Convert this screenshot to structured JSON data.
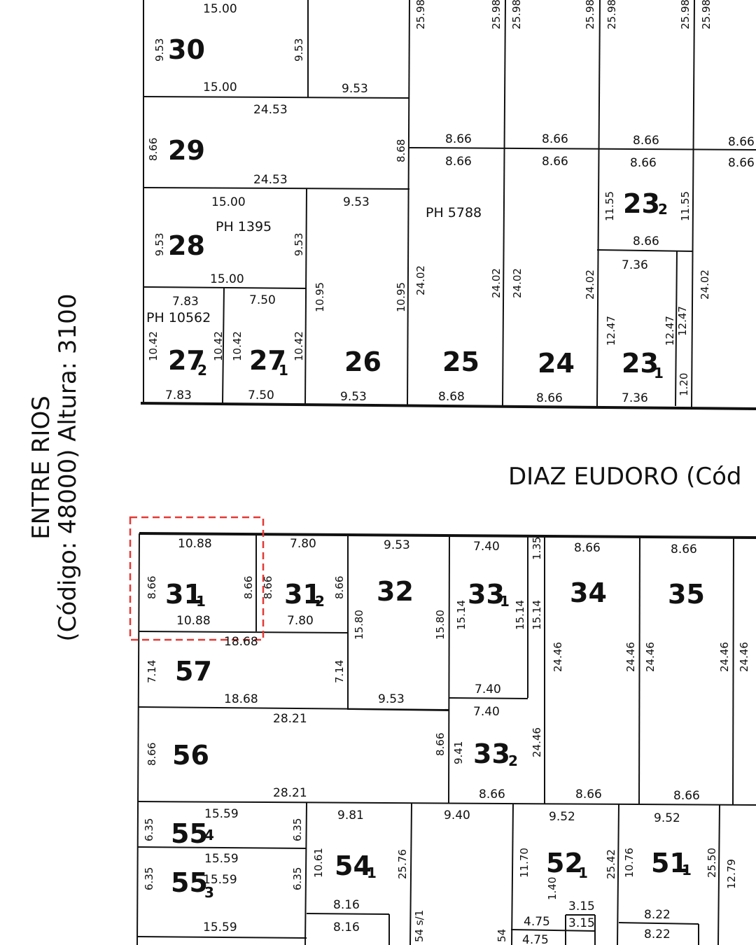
{
  "streets": {
    "vertical": {
      "line1": "ENTRE RIOS",
      "line2": "(Código: 48000) Altura: 3100"
    },
    "horizontal": "DIAZ EUDORO (Cód"
  },
  "lots": [
    {
      "id": "lot-30",
      "num": "30",
      "sub": ""
    },
    {
      "id": "lot-29",
      "num": "29",
      "sub": ""
    },
    {
      "id": "lot-28",
      "num": "28",
      "sub": ""
    },
    {
      "id": "lot-27-2",
      "num": "27",
      "sub": "2"
    },
    {
      "id": "lot-27-1",
      "num": "27",
      "sub": "1"
    },
    {
      "id": "lot-26",
      "num": "26",
      "sub": ""
    },
    {
      "id": "lot-25",
      "num": "25",
      "sub": ""
    },
    {
      "id": "lot-24",
      "num": "24",
      "sub": ""
    },
    {
      "id": "lot-23-2",
      "num": "23",
      "sub": "2"
    },
    {
      "id": "lot-23-1",
      "num": "23",
      "sub": "1"
    },
    {
      "id": "lot-31-1",
      "num": "31",
      "sub": "1"
    },
    {
      "id": "lot-31-2",
      "num": "31",
      "sub": "2"
    },
    {
      "id": "lot-32",
      "num": "32",
      "sub": ""
    },
    {
      "id": "lot-33-1",
      "num": "33",
      "sub": "1"
    },
    {
      "id": "lot-34",
      "num": "34",
      "sub": ""
    },
    {
      "id": "lot-35",
      "num": "35",
      "sub": ""
    },
    {
      "id": "lot-57",
      "num": "57",
      "sub": ""
    },
    {
      "id": "lot-56",
      "num": "56",
      "sub": ""
    },
    {
      "id": "lot-33-2",
      "num": "33",
      "sub": "2"
    },
    {
      "id": "lot-55-4",
      "num": "55",
      "sub": "4"
    },
    {
      "id": "lot-55-3",
      "num": "55",
      "sub": "3"
    },
    {
      "id": "lot-54-1",
      "num": "54",
      "sub": "1"
    },
    {
      "id": "lot-52-1",
      "num": "52",
      "sub": "1"
    },
    {
      "id": "lot-51-1",
      "num": "51",
      "sub": "1"
    }
  ],
  "ph_labels": [
    "PH 1395",
    "PH 5788",
    "PH 10562"
  ],
  "dims_h": [
    "15.00",
    "15.00",
    "9.53",
    "24.53",
    "8.66",
    "8.66",
    "8.66",
    "8.66",
    "24.53",
    "8.66",
    "8.66",
    "8.66",
    "8.66",
    "15.00",
    "9.53",
    "PH",
    "8.66",
    "7.36",
    "15.00",
    "7.83",
    "7.50",
    "7.83",
    "7.50",
    "9.53",
    "8.68",
    "8.66",
    "7.36",
    "10.88",
    "7.80",
    "9.53",
    "7.40",
    "8.66",
    "8.66",
    "10.88",
    "7.80",
    "18.68",
    "7.40",
    "18.68",
    "9.53",
    "7.40",
    "28.21",
    "28.21",
    "8.66",
    "8.66",
    "8.66",
    "15.59",
    "9.81",
    "9.40",
    "9.52",
    "9.52",
    "15.59",
    "15.59",
    "8.16",
    "15.59",
    "8.16",
    "3.15",
    "4.75",
    "3.15",
    "8.22",
    "8.22",
    "4.75"
  ],
  "dims_v": [
    "9.53",
    "9.53",
    "25.98",
    "25.98",
    "25.98",
    "25.98",
    "25.98",
    "25.98",
    "25.98",
    "8.66",
    "8.68",
    "9.53",
    "9.53",
    "11.55",
    "11.55",
    "10.95",
    "10.95",
    "24.02",
    "24.02",
    "24.02",
    "24.02",
    "24.02",
    "10.42",
    "10.42",
    "10.42",
    "10.42",
    "12.47",
    "12.47",
    "12.47",
    "1.20",
    "8.66",
    "8.66",
    "8.66",
    "8.66",
    "1.35",
    "15.80",
    "15.80",
    "15.14",
    "15.14",
    "15.14",
    "7.14",
    "7.14",
    "24.46",
    "24.46",
    "24.46",
    "24.46",
    "24.46",
    "8.66",
    "8.66",
    "9.41",
    "24.46",
    "6.35",
    "6.35",
    "10.61",
    "25.76",
    "11.70",
    "25.42",
    "10.76",
    "25.50",
    "12.79",
    "1.40",
    "6.35",
    "6.35",
    "54 s/1",
    "54"
  ]
}
